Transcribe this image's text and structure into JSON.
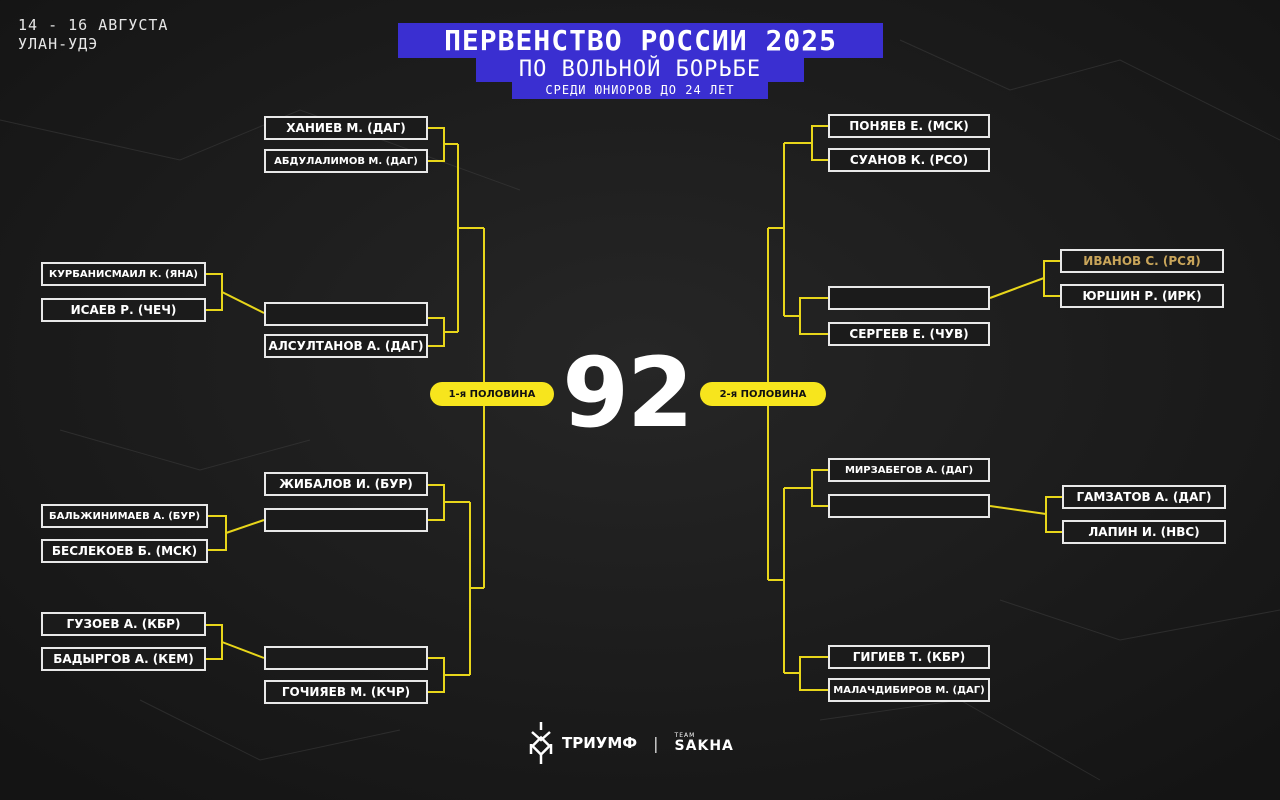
{
  "header": {
    "date": "14 - 16 АВГУСТА",
    "city": "УЛАН-УДЭ",
    "title": "ПЕРВЕНСТВО РОССИИ 2025",
    "subtitle": "ПО ВОЛЬНОЙ БОРЬБЕ",
    "caption": "СРЕДИ ЮНИОРОВ ДО 24 ЛЕТ"
  },
  "weight": "92",
  "half_left": "1-я ПОЛОВИНА",
  "half_right": "2-я ПОЛОВИНА",
  "bracket": {
    "left": {
      "b1": "ХАНИЕВ М. (ДАГ)",
      "b2": "АБДУЛАЛИМОВ М. (ДАГ)",
      "q1": "КУРБАНИСМАИЛ К. (ЯНА)",
      "q2": "ИСАЕВ Р. (ЧЕЧ)",
      "b3": "",
      "b4": "АЛСУЛТАНОВ А. (ДАГ)",
      "b5": "ЖИБАЛОВ И. (БУР)",
      "b6": "",
      "q3": "БАЛЬЖИНИМАЕВ А. (БУР)",
      "q4": "БЕСЛЕКОЕВ Б. (МСК)",
      "q5": "ГУЗОЕВ А. (КБР)",
      "q6": "БАДЫРГОВ А. (КЕМ)",
      "b7": "",
      "b8": "ГОЧИЯЕВ М. (КЧР)"
    },
    "right": {
      "b1": "ПОНЯЕВ Е. (МСК)",
      "b2": "СУАНОВ К. (РСО)",
      "q1": "ИВАНОВ С. (РСЯ)",
      "q2": "ЮРШИН Р. (ИРК)",
      "b3": "",
      "b4": "СЕРГЕЕВ Е. (ЧУВ)",
      "b5": "МИРЗАБЕГОВ А. (ДАГ)",
      "b6": "",
      "q3": "ГАМЗАТОВ А. (ДАГ)",
      "q4": "ЛАПИН И. (НВС)",
      "b7": "ГИГИЕВ Т. (КБР)",
      "b8": "МАЛАЧДИБИРОВ М. (ДАГ)"
    }
  },
  "footer": {
    "brand": "ТРИУМФ",
    "separator": "|",
    "team_small": "TEAM",
    "team": "SAKHA",
    "logo_icon": "triumf-logo-icon"
  },
  "colors": {
    "accent_yellow": "#f7e51d",
    "title_blue": "#3a2fd1",
    "highlight_gold": "#c9a55a",
    "background": "#1b1b1b"
  }
}
